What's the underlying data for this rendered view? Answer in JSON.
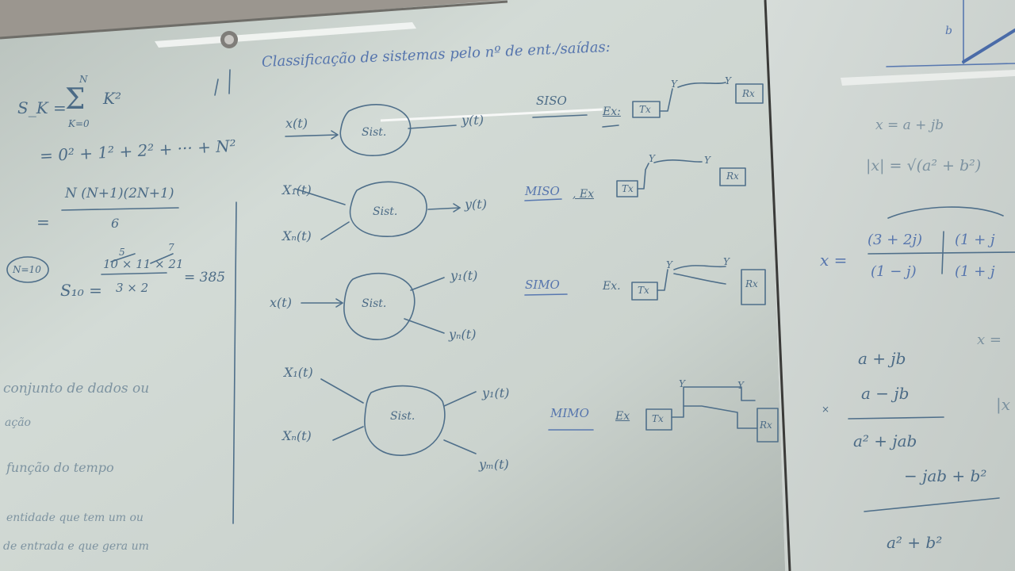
{
  "left_panel": {
    "sk_lhs": "S_K =",
    "sigma": "Σ",
    "sum_upper": "N",
    "sum_lower": "K=0",
    "sum_term": "K²",
    "expansion": "= 0² + 1² + 2² + ··· + N²",
    "formula_eq": "=",
    "formula_num": "N (N+1)(2N+1)",
    "formula_den": "6",
    "n_circle": "N=10",
    "s10": "S₁₀ =",
    "s10_num": "10 × 11 × 21",
    "s10_den": "3 × 2",
    "s10_cancel_top": "5",
    "s10_cancel_top2": "7",
    "s10_result": "= 385",
    "def_line1": "conjunto de dados ou",
    "def_line2": "ação",
    "def_line3": "função do tempo",
    "def_line4": "entidade que tem um ou",
    "def_line5": "de entrada e que gera um"
  },
  "center_panel": {
    "title": "Classificação de sistemas pelo nº de ent./saídas:",
    "siso": {
      "input": "x(t)",
      "box": "Sist.",
      "output": "y(t)",
      "type": "SISO",
      "example": "Ex:",
      "tx": "Tx",
      "rx": "Rx",
      "ant1": "Y",
      "ant2": "Y"
    },
    "miso": {
      "input1": "X₁(t)",
      "inputN": "Xₙ(t)",
      "box": "Sist.",
      "output": "y(t)",
      "type": "MISO",
      "example": ", Ex",
      "tx": "Tx",
      "rx": "Rx",
      "ant1": "Y",
      "ant2": "Y"
    },
    "simo": {
      "input": "x(t)",
      "box": "Sist.",
      "output1": "y₁(t)",
      "outputN": "yₙ(t)",
      "type": "SIMO",
      "example": "Ex.",
      "tx": "Tx",
      "rx": "Rx",
      "ant1": "Y",
      "ant2": "Y"
    },
    "mimo": {
      "input1": "X₁(t)",
      "inputN": "Xₙ(t)",
      "box": "Sist.",
      "output1": "y₁(t)",
      "outputN": "yₘ(t)",
      "type": "MIMO",
      "example": "Ex",
      "tx": "Tx",
      "rx": "Rx",
      "ant1": "Y",
      "ant2": "Y"
    }
  },
  "right_panel": {
    "axis_label": "b",
    "x_def": "x = a + jb",
    "modulus": "|x| = √(a² + b²)",
    "x_frac_lhs": "x =",
    "x_frac_num1": "(3 + 2j)",
    "x_frac_den1": "(1 − j)",
    "x_frac_num2": "(1 + j",
    "x_frac_den2": "(1 + j",
    "x_eq_partial": "x =",
    "mult_a": "a + jb",
    "mult_b": "a − jb",
    "times": "×",
    "mult_r1": "a² + jab",
    "mult_r2": "− jab + b²",
    "mult_result": "a² + b²",
    "edge_partial": "|x"
  },
  "colors": {
    "board": "#d6ddd8",
    "ink": "#4f6f8a",
    "ink_blue": "#5878b0",
    "frame": "#3a3a38"
  }
}
